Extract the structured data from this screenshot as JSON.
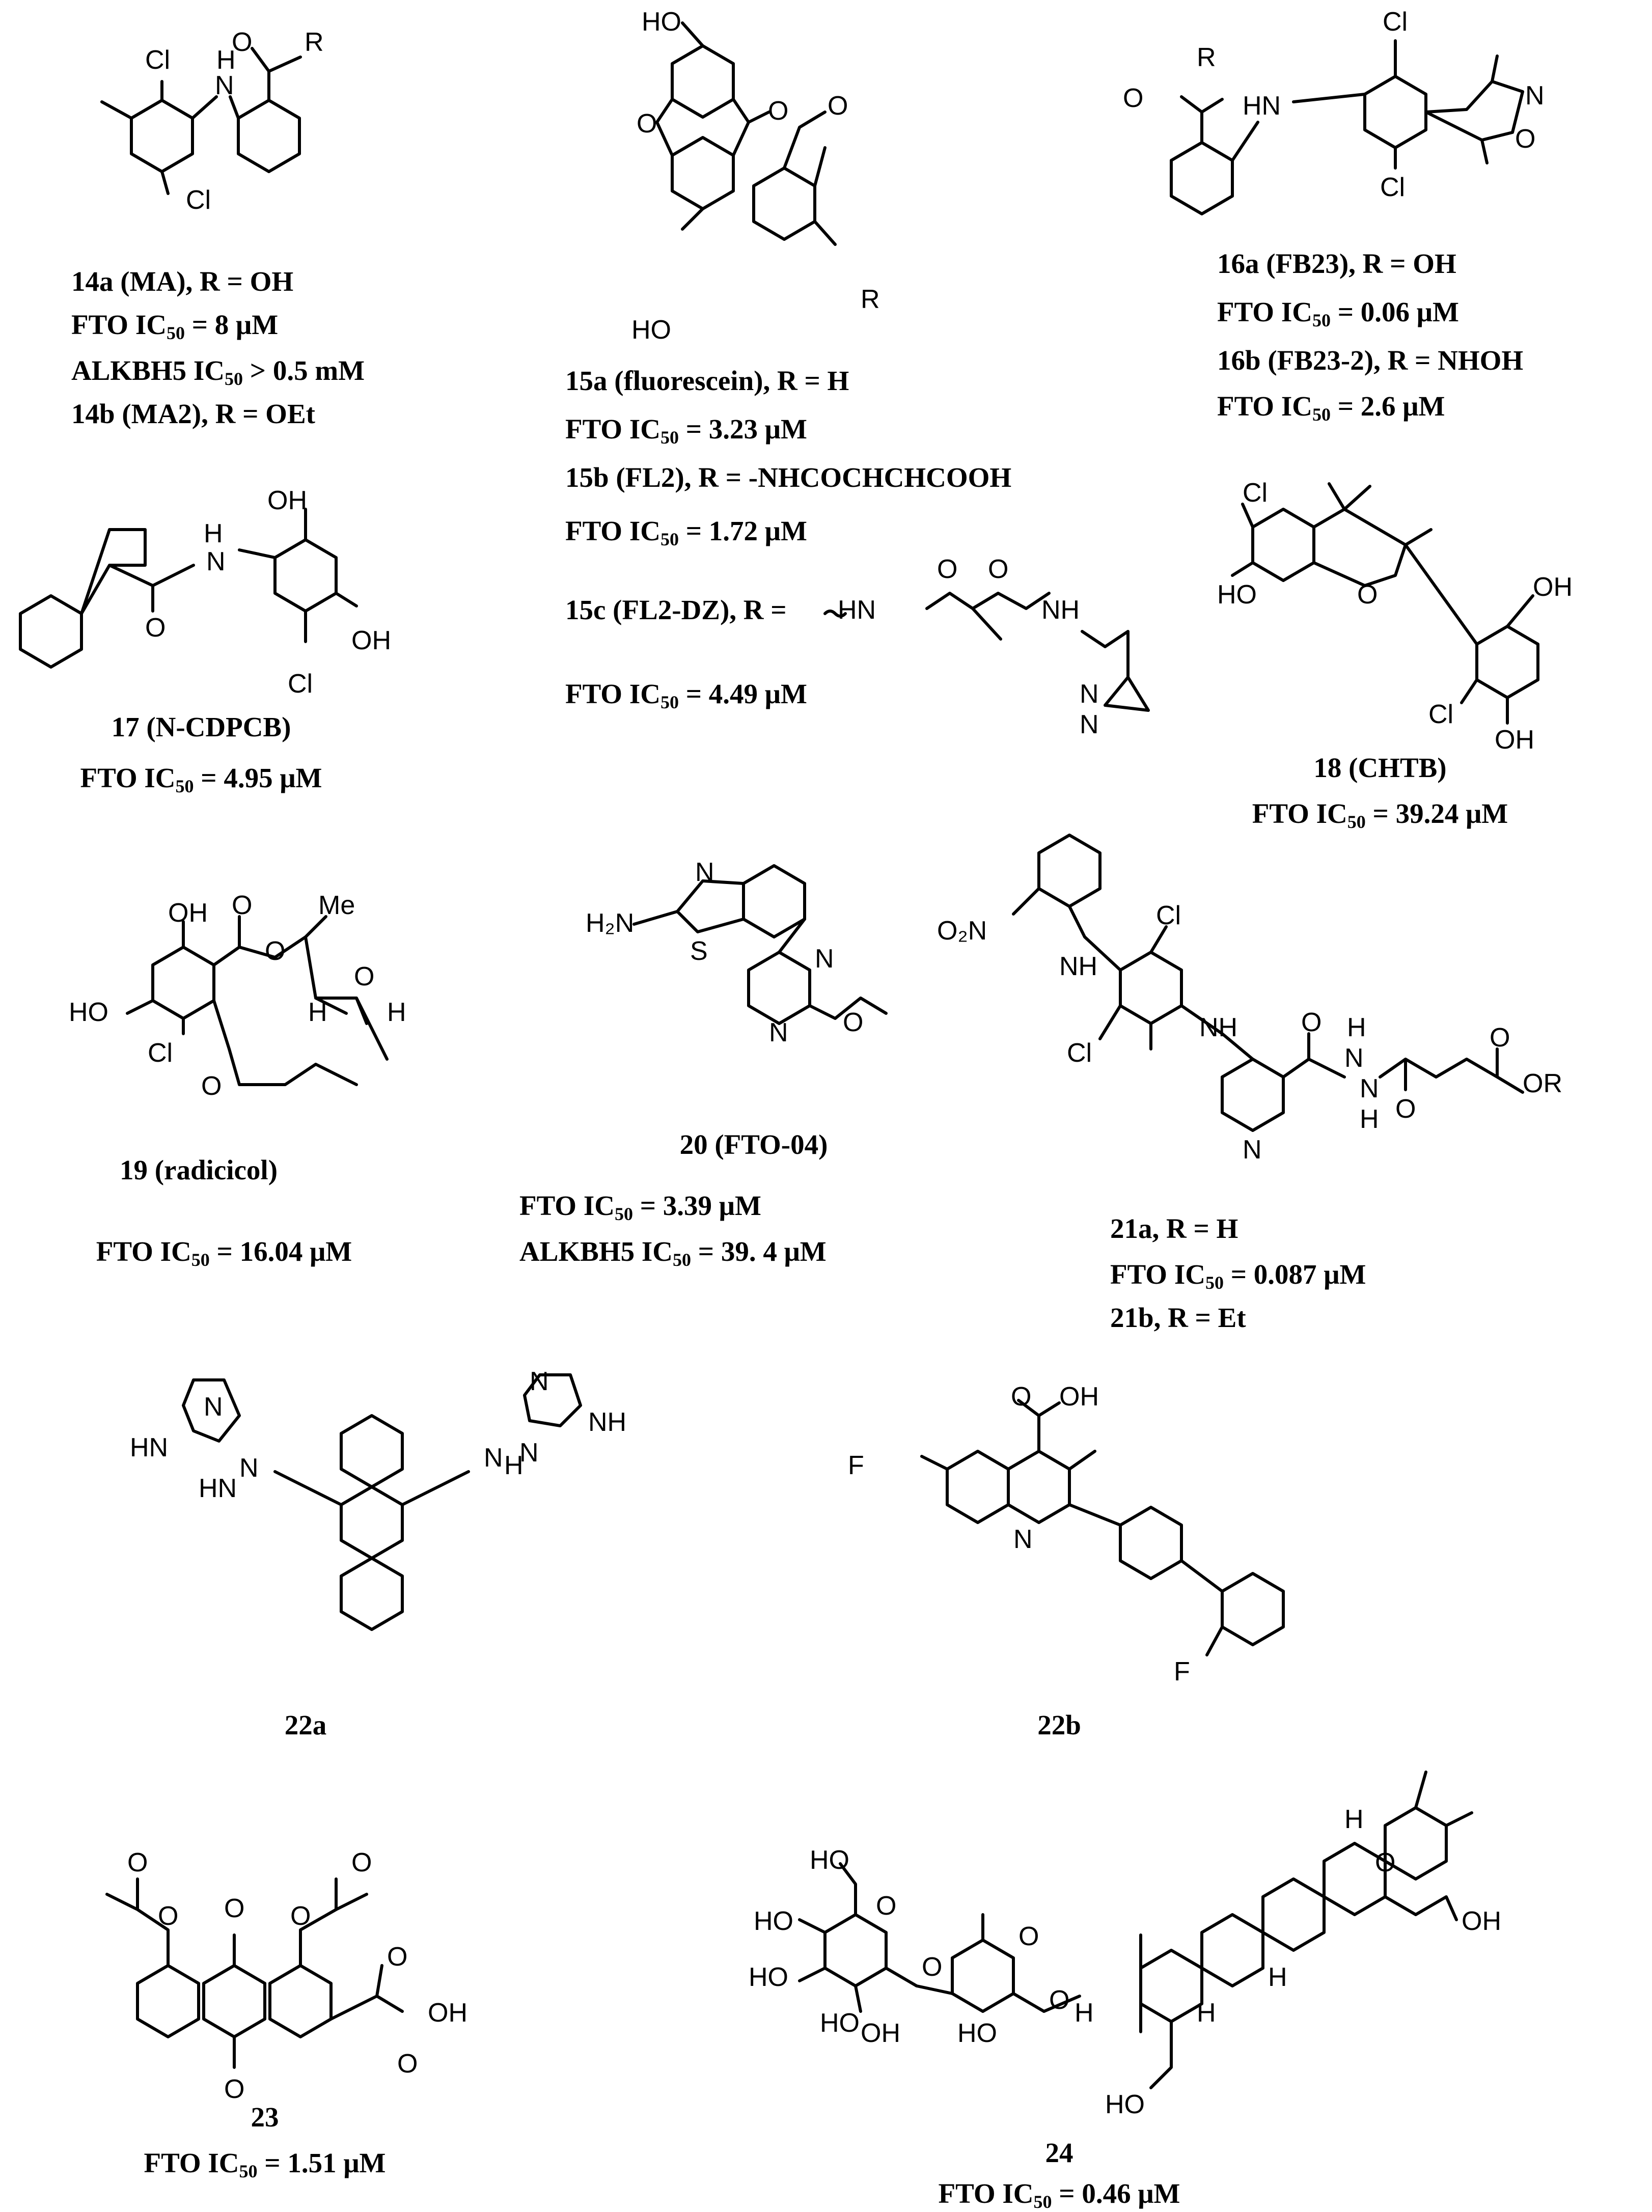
{
  "compounds": {
    "c14": {
      "atoms": {
        "cl1": "Cl",
        "nh": "H",
        "n": "N",
        "o": "O",
        "r": "R",
        "cl2": "Cl"
      },
      "name": "14a (MA), R = OH",
      "fto_prefix": "FTO IC",
      "fto_sub": "50",
      "fto_value": " = 8 μM",
      "alk_prefix": "ALKBH5 IC",
      "alk_sub": "50",
      "alk_value": " > 0.5 mM",
      "name_b": "14b (MA2), R = OEt"
    },
    "c15": {
      "atoms": {
        "ho1": "HO",
        "o_ring": "O",
        "o_lac": "O",
        "o_co": "O",
        "ho2": "HO",
        "r": "R",
        "hn": "HN",
        "o1": "O",
        "o2": "O",
        "nh": "NH",
        "n1": "N",
        "n2": "N"
      },
      "name_a": "15a (fluorescein), R = H",
      "fto_a_prefix": "FTO IC",
      "fto_a_sub": "50",
      "fto_a_value": " = 3.23 μM",
      "name_b": "15b (FL2), R = -NHCOCHCHCOOH",
      "fto_b_prefix": "FTO IC",
      "fto_b_sub": "50",
      "fto_b_value": " = 1.72 μM",
      "name_c": "15c (FL2-DZ), R =",
      "fto_c_prefix": "FTO IC",
      "fto_c_sub": "50",
      "fto_c_value": " = 4.49 μM"
    },
    "c16": {
      "atoms": {
        "o": "O",
        "r": "R",
        "hn": "HN",
        "cl1": "Cl",
        "cl2": "Cl",
        "n": "N",
        "o_iso": "O"
      },
      "name_a": "16a (FB23), R = OH",
      "fto_a_prefix": "FTO IC",
      "fto_a_sub": "50",
      "fto_a_value": " = 0.06 μM",
      "name_b": "16b (FB23-2), R = NHOH",
      "fto_b_prefix": "FTO IC",
      "fto_b_sub": "50",
      "fto_b_value": " = 2.6 μM"
    },
    "c17": {
      "atoms": {
        "h": "H",
        "n": "N",
        "o": "O",
        "oh1": "OH",
        "oh2": "OH",
        "cl": "Cl"
      },
      "name": "17 (N-CDPCB)",
      "fto_prefix": "FTO IC",
      "fto_sub": "50",
      "fto_value": " = 4.95 μM"
    },
    "c18": {
      "atoms": {
        "cl1": "Cl",
        "ho": "HO",
        "o": "O",
        "oh1": "OH",
        "cl2": "Cl",
        "oh2": "OH"
      },
      "name": "18 (CHTB)",
      "fto_prefix": "FTO IC",
      "fto_sub": "50",
      "fto_value": " = 39.24 μM"
    },
    "c19": {
      "atoms": {
        "oh": "OH",
        "o1": "O",
        "me": "Me",
        "o2": "O",
        "ho": "HO",
        "cl": "Cl",
        "h1": "H",
        "o_ep": "O",
        "h2": "H",
        "o3": "O"
      },
      "name": "19 (radicicol)",
      "fto_prefix": "FTO IC",
      "fto_sub": "50",
      "fto_value": " = 16.04 μM"
    },
    "c20": {
      "atoms": {
        "n1": "N",
        "h2n": "H₂N",
        "s": "S",
        "n2": "N",
        "n3": "N",
        "o": "O"
      },
      "name": "20 (FTO-04)",
      "fto_prefix": "FTO IC",
      "fto_sub": "50",
      "fto_value": " =  3.39  μM",
      "alk_prefix": "ALKBH5  IC",
      "alk_sub": "50",
      "alk_value": " = 39. 4 μM"
    },
    "c21": {
      "atoms": {
        "o2n": "O₂N",
        "nh": "NH",
        "cl1": "Cl",
        "cl2": "Cl",
        "nh2": "NH",
        "o1": "O",
        "nh3": "N",
        "h1": "H",
        "n": "N",
        "h2": "H",
        "o2": "O",
        "o3": "O",
        "or": "OR",
        "npy": "N"
      },
      "name_a": "21a, R = H",
      "fto_prefix": "FTO IC",
      "fto_sub": "50",
      "fto_value": " = 0.087 μM",
      "name_b": "21b, R = Et"
    },
    "c22a": {
      "atoms": {
        "n1": "N",
        "hn1": "HN",
        "hn2": "HN",
        "n2": "N",
        "n3": "N",
        "nh1": "NH",
        "hn3": "N",
        "h3": "H",
        "n4": "N"
      },
      "name": "22a"
    },
    "c22b": {
      "atoms": {
        "o": "O",
        "oh": "OH",
        "f1": "F",
        "n": "N",
        "f2": "F"
      },
      "name": "22b"
    },
    "c23": {
      "atoms": {
        "o1": "O",
        "o2": "O",
        "o3": "O",
        "o4": "O",
        "o5": "O",
        "o6": "O",
        "oh": "OH",
        "o7": "O",
        "o8": "O"
      },
      "name": "23",
      "fto_prefix": "FTO IC",
      "fto_sub": "50",
      "fto_value": " = 1.51 μM"
    },
    "c24": {
      "atoms": {
        "ho1": "HO",
        "ho2": "HO",
        "o1": "O",
        "ho3": "HO",
        "ho4": "HO",
        "oh1": "OH",
        "o2": "O",
        "o3": "O",
        "ho5": "HO",
        "h1": "H",
        "o4": "O",
        "h2": "H",
        "h3": "H",
        "oh2": "OH",
        "o5": "O",
        "h4": "H",
        "ho6": "HO"
      },
      "name": "24",
      "fto_prefix": "FTO IC",
      "fto_sub": "50",
      "fto_value": " = 0.46 μM"
    }
  }
}
